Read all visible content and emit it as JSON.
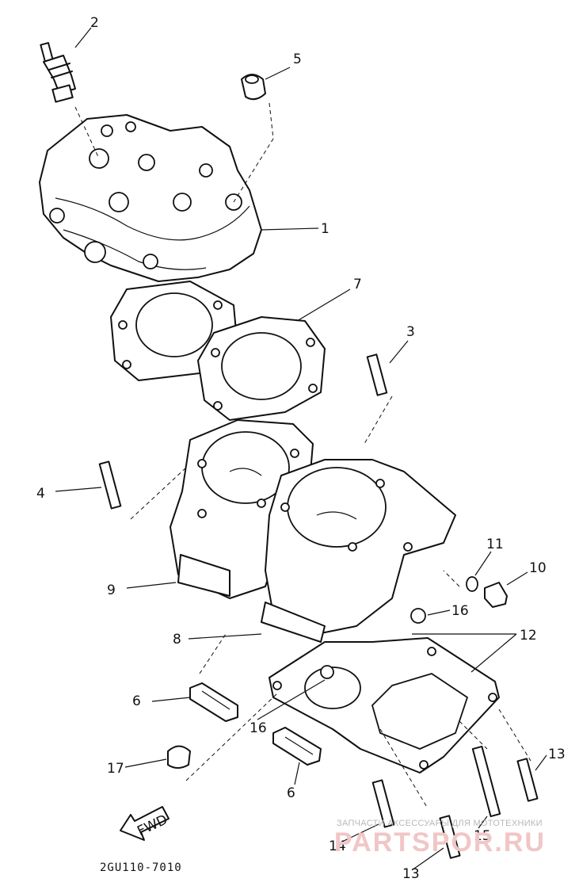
{
  "diagram": {
    "labels": {
      "l1": "1",
      "l2": "2",
      "l3": "3",
      "l4": "4",
      "l5": "5",
      "l6a": "6",
      "l6b": "6",
      "l7": "7",
      "l8": "8",
      "l9": "9",
      "l10": "10",
      "l11": "11",
      "l12": "12",
      "l13a": "13",
      "l13b": "13",
      "l14": "14",
      "l15": "15",
      "l16a": "16",
      "l16b": "16",
      "l17": "17"
    },
    "fwd_label": "FWD",
    "diagram_code": "2GU110-7010"
  },
  "watermark": {
    "tagline": "ЗАПЧАСТИ  АКСЕССУАРЫ ДЛЯ МОТОТЕХНИКИ",
    "brand": "PARTSPOR.RU",
    "color": "#e8a0a0"
  },
  "colors": {
    "ink": "#111111",
    "paper": "#ffffff"
  }
}
